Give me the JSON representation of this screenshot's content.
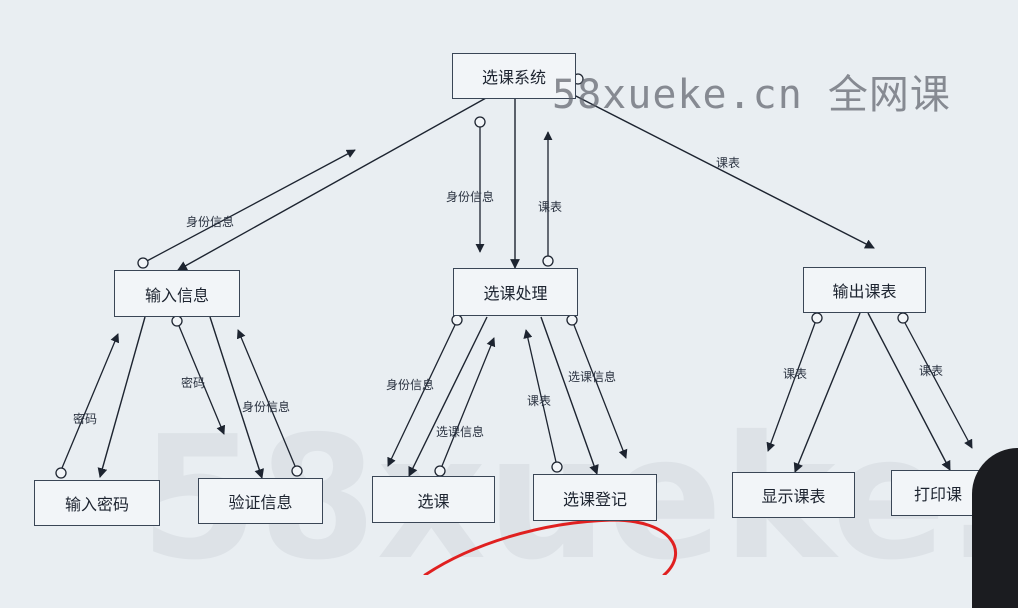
{
  "watermark_text": "58xueke.cn 全网课",
  "background_watermark_text": "58xueke.c",
  "nodes": {
    "root": "选课系统",
    "input_info": "输入信息",
    "course_proc": "选课处理",
    "output_schedule": "输出课表",
    "input_password": "输入密码",
    "verify_info": "验证信息",
    "select_course": "选课",
    "register_course": "选课登记",
    "show_schedule": "显示课表",
    "print_schedule": "打印课"
  },
  "flow_labels": {
    "identity_top": "身份信息",
    "identity_mid": "身份信息",
    "schedule_mid": "课表",
    "schedule_right": "课表",
    "password_left": "密码",
    "password_right": "密码",
    "identity_verify": "身份信息",
    "identity_select": "身份信息",
    "select_info_a": "选课信息",
    "schedule_register": "课表",
    "select_info_b": "选课信息",
    "schedule_show": "课表",
    "schedule_print": "课表"
  }
}
